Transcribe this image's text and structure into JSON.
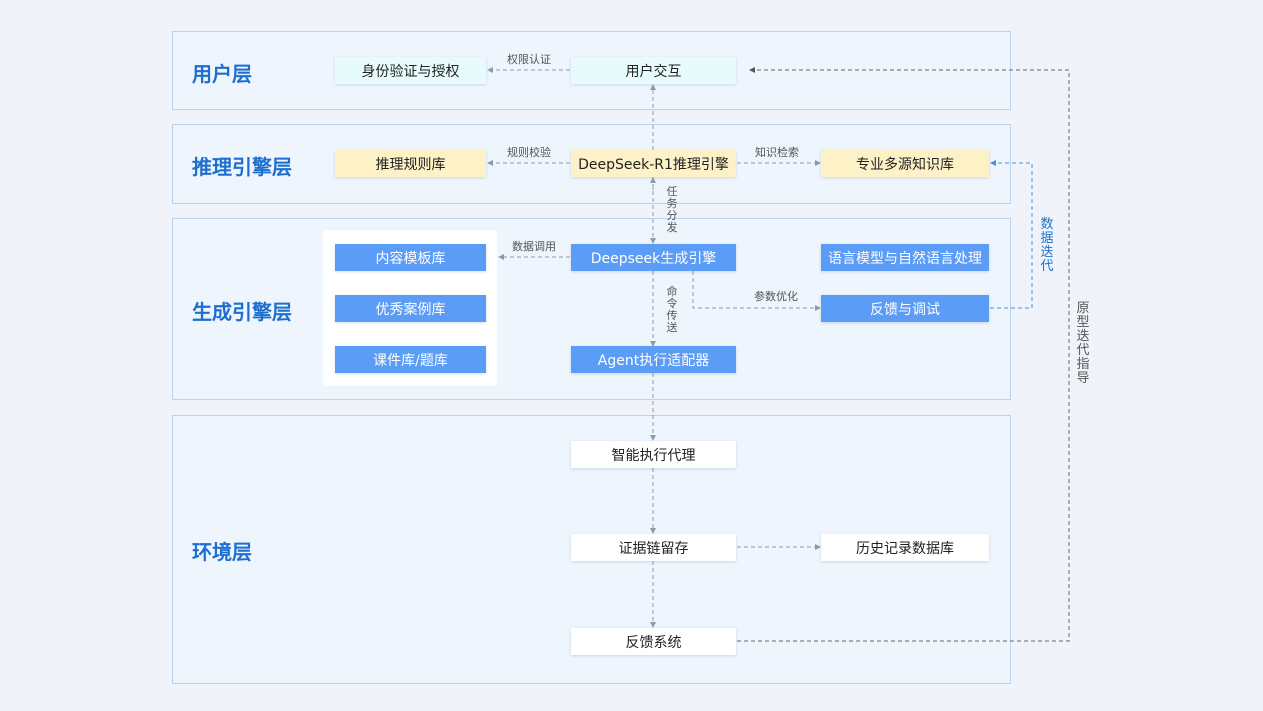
{
  "layers": {
    "user": "用户层",
    "reasoning": "推理引擎层",
    "generation": "生成引擎层",
    "environment": "环境层"
  },
  "nodes": {
    "auth": "身份验证与授权",
    "user_interaction": "用户交互",
    "rule_base": "推理规则库",
    "reasoning_engine": "DeepSeek-R1推理引擎",
    "knowledge_base": "专业多源知识库",
    "content_template": "内容模板库",
    "case_library": "优秀案例库",
    "courseware": "课件库/题库",
    "gen_engine": "Deepseek生成引擎",
    "lang_model": "语言模型与自然语言处理",
    "feedback_debug": "反馈与调试",
    "agent_adapter": "Agent执行适配器",
    "smart_agent": "智能执行代理",
    "evidence_chain": "证据链留存",
    "history_db": "历史记录数据库",
    "feedback_system": "反馈系统"
  },
  "edges": {
    "permission": "权限认证",
    "rule_check": "规则校验",
    "knowledge_search": "知识检索",
    "task_dispatch": "任务分发",
    "data_call": "数据调用",
    "param_opt": "参数优化",
    "command_transfer": "命令传送",
    "data_iteration": "数据迭代",
    "prototype_guidance": "原型迭代指导"
  },
  "colors": {
    "accent": "#1c6fd0",
    "node_blue": "#5b9cf6",
    "node_yellow": "#fdf1c7",
    "node_cyan": "#e8fbfc",
    "edge": "#8a9bb0"
  }
}
